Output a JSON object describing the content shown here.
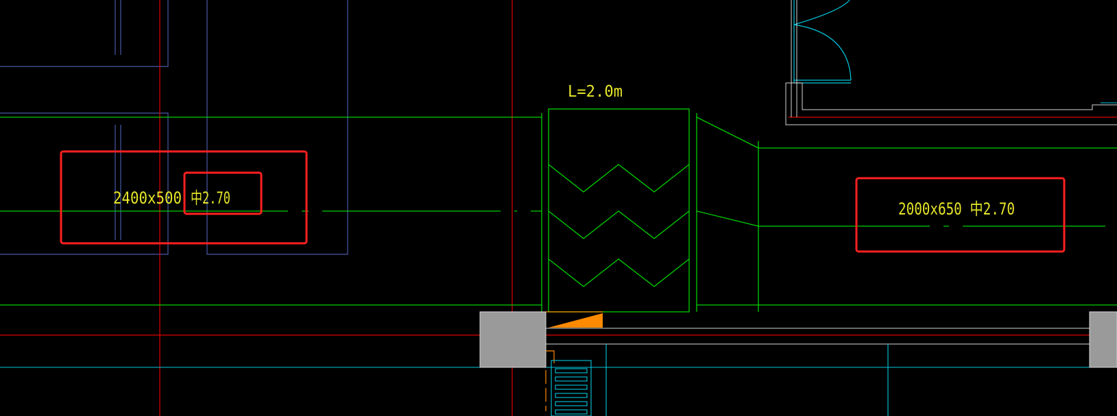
{
  "drawing": {
    "background": "#000000",
    "colors": {
      "duct": "#00d000",
      "axis": "#e00000",
      "wall": "#4a5aa8",
      "cyan": "#00c8e0",
      "highlight": "#ff2020",
      "text": "#e6e62a",
      "column_fill": "#9a9a9a",
      "orange": "#ff8a00",
      "white": "#d8d8d8"
    },
    "labels": {
      "silencer_length": "L=2.0m",
      "duct_left": "2400x500",
      "duct_left_elev": "中2.70",
      "duct_right": "2000x650 中2.70"
    },
    "components": {
      "silencer": "zigzag-silencer-symbol",
      "door": "door-swing-arc",
      "stair": "stair-treads",
      "columns": "hatched-columns"
    }
  }
}
